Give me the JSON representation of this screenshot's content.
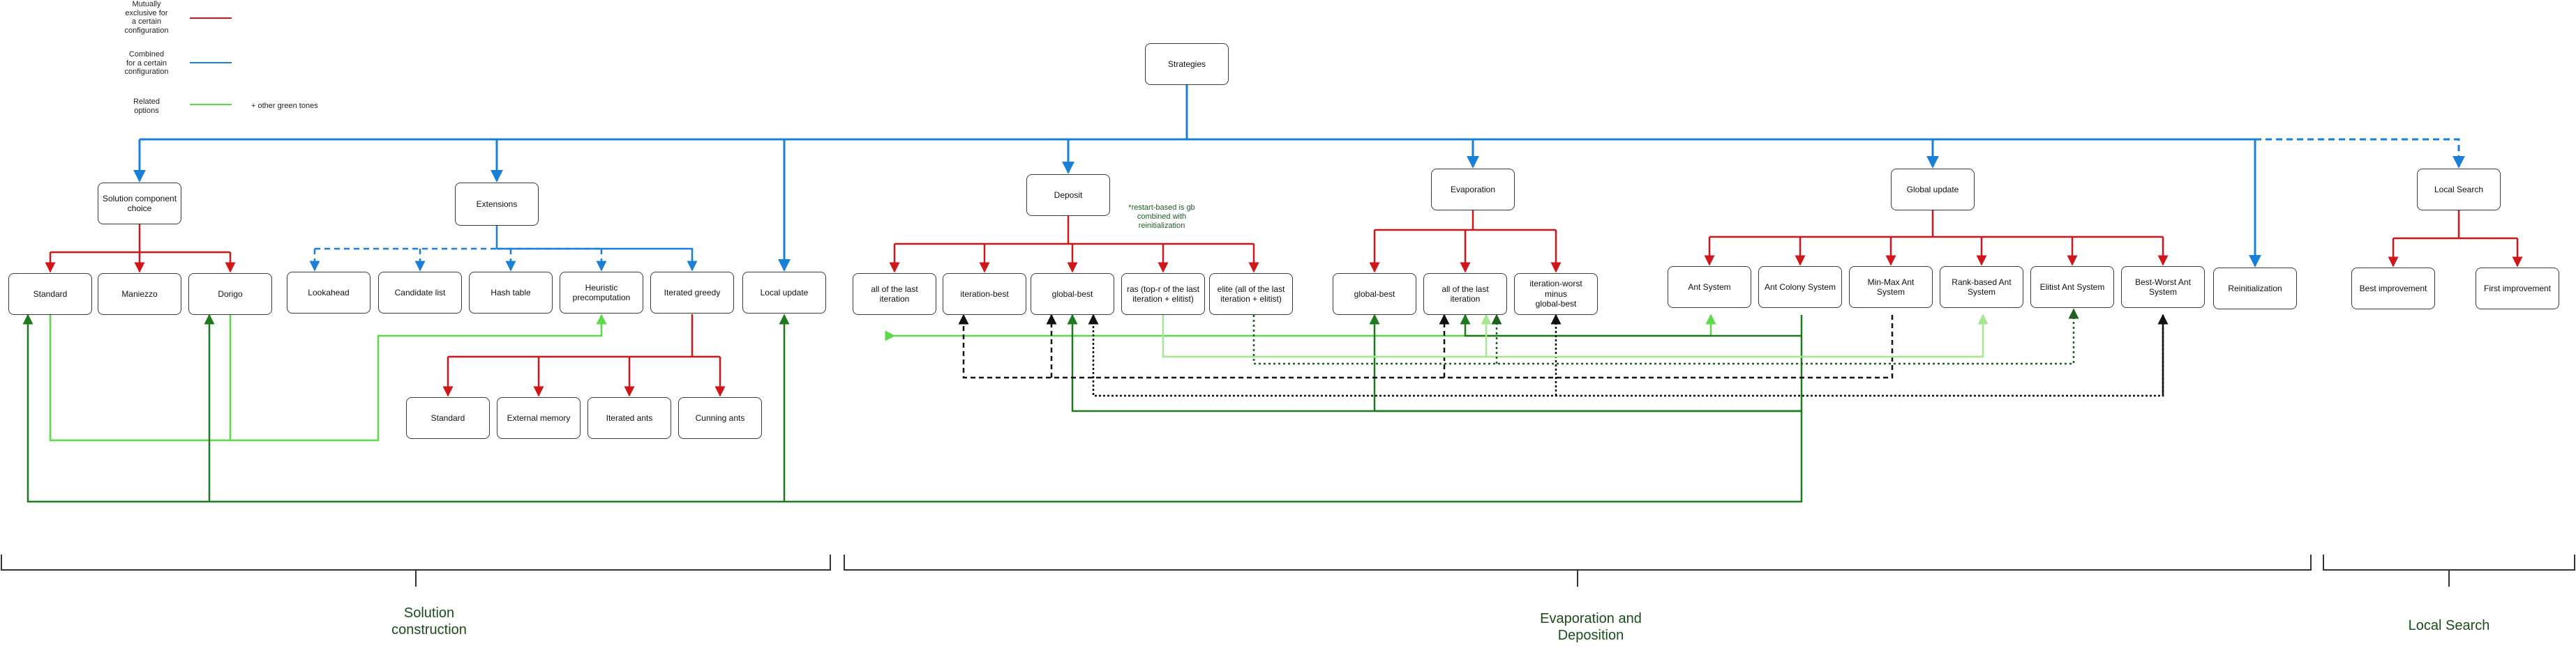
{
  "legend": {
    "mutually_exclusive": "Mutually\nexclusive for\na certain\nconfiguration",
    "combined": "Combined\nfor a certain\nconfiguration",
    "related": "Related\noptions",
    "green_tones_note": "+ other green tones"
  },
  "colors": {
    "exclusive": "#d0161b",
    "combined": "#1a7fd6",
    "related_light": "#5cdb4a",
    "related_dark": "#1f7a1f",
    "black": "#111111",
    "olive": "#1f5f1f",
    "pale_green": "#a5e88f"
  },
  "nodes": {
    "strategies": "Strategies",
    "solution_component_choice": "Solution component\nchoice",
    "extensions": "Extensions",
    "deposit": "Deposit",
    "evaporation": "Evaporation",
    "global_update": "Global update",
    "local_search": "Local Search",
    "standard": "Standard",
    "maniezzo": "Maniezzo",
    "dorigo": "Dorigo",
    "lookahead": "Lookahead",
    "candidate_list": "Candidate list",
    "hash_table": "Hash table",
    "heuristic_precomputation": "Heuristic\nprecomputation",
    "iterated_greedy": "Iterated greedy",
    "local_update": "Local update",
    "ig_standard": "Standard",
    "external_memory": "External memory",
    "iterated_ants": "Iterated ants",
    "cunning_ants": "Cunning ants",
    "dep_all_last_iteration": "all of the last iteration",
    "dep_iteration_best": "iteration-best",
    "dep_global_best": "global-best",
    "ras": "ras (top-r of the last\niteration + elitist)",
    "elite": "elite (all of the last\niteration + elitist)",
    "evap_global_best": "global-best",
    "evap_all_last_iteration": "all of the last iteration",
    "iteration_worst_minus_global_best": "iteration-worst minus\nglobal-best",
    "ant_system": "Ant System",
    "ant_colony_system": "Ant Colony System",
    "min_max_ant_system": "Min-Max Ant System",
    "rank_based_ant_system": "Rank-based Ant\nSystem",
    "elitist_ant_system": "Elitist Ant System",
    "best_worst_ant_system": "Best-Worst Ant\nSystem",
    "reinitialization": "Reinitialization",
    "best_improvement": "Best improvement",
    "first_improvement": "First improvement"
  },
  "notes": {
    "restart_note": "*restart-based is gb\ncombined with\nreinitialization"
  },
  "sections": {
    "solution_construction": "Solution\nconstruction",
    "evaporation_and_deposition": "Evaporation and\nDeposition",
    "local_search": "Local Search"
  }
}
